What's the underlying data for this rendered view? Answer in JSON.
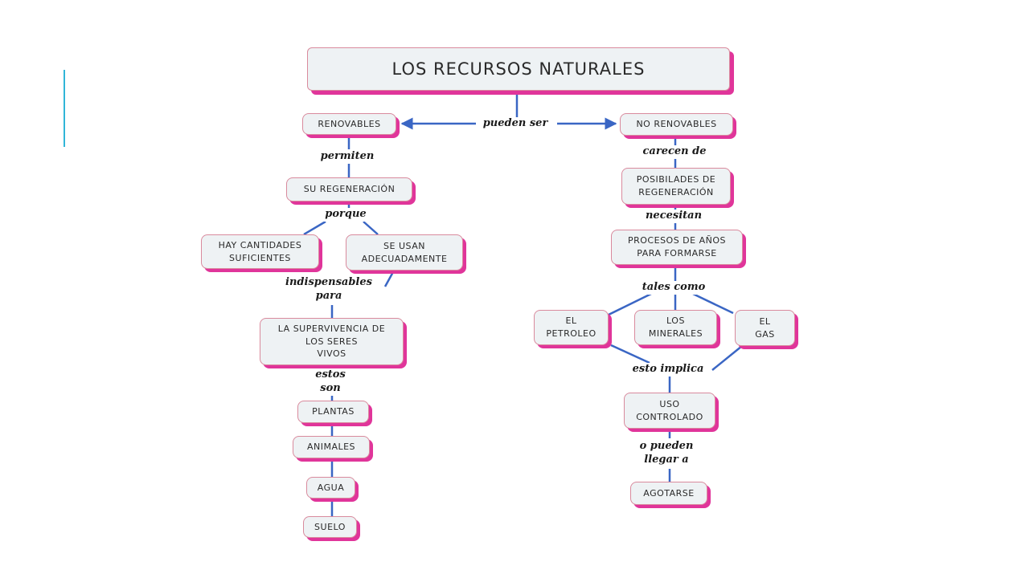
{
  "diagram": {
    "title": "LOS RECURSOS NATURALES",
    "left": {
      "root": "RENOVABLES",
      "link_permiten": "permiten",
      "regeneracion": "SU REGENERACIÓN",
      "link_porque": "porque",
      "cantidades": "HAY CANTIDADES\nSUFICIENTES",
      "adecuadamente": "SE USAN\nADECUADAMENTE",
      "link_indispensables": "indispensables\npara",
      "supervivencia": "LA SUPERVIVENCIA DE\nLOS SERES\nVIVOS",
      "link_estos_son": "estos\nson",
      "plantas": "PLANTAS",
      "animales": "ANIMALES",
      "agua": "AGUA",
      "suelo": "SUELO"
    },
    "link_pueden_ser": "pueden ser",
    "right": {
      "root": "NO RENOVABLES",
      "link_carecen": "carecen de",
      "posibilidades": "POSIBILADES DE\nREGENERACIÓN",
      "link_necesitan": "necesitan",
      "procesos": "PROCESOS DE AÑOS\nPARA FORMARSE",
      "link_tales_como": "tales como",
      "petroleo": "EL\nPETROLEO",
      "minerales": "LOS\nMINERALES",
      "gas": "EL\nGAS",
      "link_esto_implica": "esto implica",
      "uso": "USO\nCONTROLADO",
      "link_o_pueden": "o pueden\nllegar a",
      "agotarse": "AGOTARSE"
    }
  }
}
